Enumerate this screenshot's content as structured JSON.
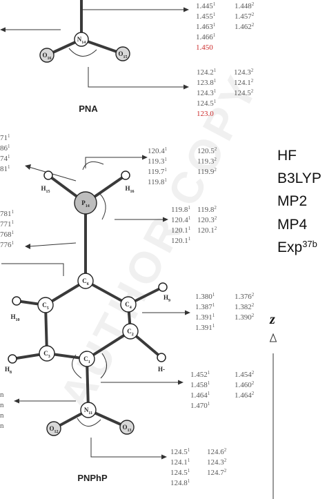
{
  "molecules": {
    "pna": {
      "title": "PNA"
    },
    "pnphp": {
      "title": "PNPhP"
    }
  },
  "atoms": [
    {
      "id": "N14",
      "el": "N",
      "sub": "14"
    },
    {
      "id": "O16",
      "el": "O",
      "sub": "16"
    },
    {
      "id": "O15",
      "el": "O",
      "sub": "15"
    },
    {
      "id": "H15",
      "el": "H",
      "sub": "15"
    },
    {
      "id": "H16",
      "el": "H",
      "sub": "16"
    },
    {
      "id": "P14",
      "el": "P",
      "sub": "14"
    },
    {
      "id": "C6",
      "el": "C",
      "sub": "6"
    },
    {
      "id": "C5",
      "el": "C",
      "sub": "5"
    },
    {
      "id": "C4",
      "el": "C",
      "sub": "4"
    },
    {
      "id": "C3",
      "el": "C",
      "sub": "3"
    },
    {
      "id": "C2",
      "el": "C",
      "sub": "2"
    },
    {
      "id": "C1",
      "el": "C",
      "sub": "1"
    },
    {
      "id": "N11",
      "el": "N",
      "sub": "11"
    },
    {
      "id": "O12",
      "el": "O",
      "sub": "12"
    },
    {
      "id": "O13",
      "el": "O",
      "sub": "13"
    },
    {
      "id": "H10",
      "el": "H",
      "sub": "10"
    },
    {
      "id": "H9",
      "el": "H",
      "sub": "9"
    },
    {
      "id": "H8",
      "el": "H",
      "sub": "8"
    },
    {
      "id": "H7",
      "el": "H-",
      "sub": ""
    }
  ],
  "value_groups": [
    {
      "id": "pna-bond",
      "rows": [
        [
          {
            "v": "1.445",
            "s": "1"
          },
          {
            "v": "1.448",
            "s": "2"
          }
        ],
        [
          {
            "v": "1.455",
            "s": "1"
          },
          {
            "v": "1.457",
            "s": "2"
          }
        ],
        [
          {
            "v": "1.463",
            "s": "1"
          },
          {
            "v": "1.462",
            "s": "2"
          }
        ],
        [
          {
            "v": "1.466",
            "s": "1"
          }
        ],
        [
          {
            "v": "1.450",
            "s": "",
            "red": true
          }
        ]
      ]
    },
    {
      "id": "pna-angle",
      "rows": [
        [
          {
            "v": "124.2",
            "s": "1"
          },
          {
            "v": "124.3",
            "s": "2"
          }
        ],
        [
          {
            "v": "123.8",
            "s": "1"
          },
          {
            "v": "124.1",
            "s": "2"
          }
        ],
        [
          {
            "v": "124.3",
            "s": "1"
          },
          {
            "v": "124.5",
            "s": "2"
          }
        ],
        [
          {
            "v": "124.5",
            "s": "1"
          }
        ],
        [
          {
            "v": "123.0",
            "s": "",
            "red": true
          }
        ]
      ]
    },
    {
      "id": "p-angle-top",
      "rows": [
        [
          {
            "v": "120.4",
            "s": "1"
          },
          {
            "v": "120.5",
            "s": "2"
          }
        ],
        [
          {
            "v": "119.3",
            "s": "1"
          },
          {
            "v": "119.3",
            "s": "2"
          }
        ],
        [
          {
            "v": "119.7",
            "s": "1"
          },
          {
            "v": "119.9",
            "s": "2"
          }
        ],
        [
          {
            "v": "119.8",
            "s": "1"
          }
        ]
      ]
    },
    {
      "id": "p-angle-bottom",
      "rows": [
        [
          {
            "v": "119.8",
            "s": "1"
          },
          {
            "v": "119.8",
            "s": "2"
          }
        ],
        [
          {
            "v": "120.4",
            "s": "1"
          },
          {
            "v": "120.3",
            "s": "2"
          }
        ],
        [
          {
            "v": "120.1",
            "s": "1"
          },
          {
            "v": "120.1",
            "s": "2"
          }
        ],
        [
          {
            "v": "120.1",
            "s": "1"
          }
        ]
      ]
    },
    {
      "id": "ring-bond",
      "rows": [
        [
          {
            "v": "1.380",
            "s": "1"
          },
          {
            "v": "1.376",
            "s": "2"
          }
        ],
        [
          {
            "v": "1.387",
            "s": "1"
          },
          {
            "v": "1.382",
            "s": "2"
          }
        ],
        [
          {
            "v": "1.391",
            "s": "1"
          },
          {
            "v": "1.390",
            "s": "2"
          }
        ],
        [
          {
            "v": "1.391",
            "s": "1"
          }
        ]
      ]
    },
    {
      "id": "cn-bond",
      "rows": [
        [
          {
            "v": "1.452",
            "s": "1"
          },
          {
            "v": "1.454",
            "s": "2"
          }
        ],
        [
          {
            "v": "1.458",
            "s": "1"
          },
          {
            "v": "1.460",
            "s": "2"
          }
        ],
        [
          {
            "v": "1.464",
            "s": "1"
          },
          {
            "v": "1.464",
            "s": "2"
          }
        ],
        [
          {
            "v": "1.470",
            "s": "1"
          }
        ]
      ]
    },
    {
      "id": "no2-angle",
      "rows": [
        [
          {
            "v": "124.5",
            "s": "1"
          },
          {
            "v": "124.6",
            "s": "2"
          }
        ],
        [
          {
            "v": "124.1",
            "s": "1"
          },
          {
            "v": "124.3",
            "s": "2"
          }
        ],
        [
          {
            "v": "124.5",
            "s": "1"
          },
          {
            "v": "124.7",
            "s": "2"
          }
        ],
        [
          {
            "v": "124.8",
            "s": "1"
          }
        ]
      ]
    },
    {
      "id": "left-top",
      "rows": [
        [
          {
            "v": "71",
            "s": "1"
          }
        ],
        [
          {
            "v": "86",
            "s": "1"
          }
        ],
        [
          {
            "v": "74",
            "s": "1"
          }
        ],
        [
          {
            "v": "81",
            "s": "1"
          }
        ]
      ]
    },
    {
      "id": "left-mid",
      "rows": [
        [
          {
            "v": "781",
            "s": "1"
          }
        ],
        [
          {
            "v": "771",
            "s": "1"
          }
        ],
        [
          {
            "v": "768",
            "s": "1"
          }
        ],
        [
          {
            "v": "776",
            "s": "1"
          }
        ]
      ]
    }
  ],
  "legend": [
    "HF",
    "B3LYP",
    "MP2",
    "MP4",
    "Exp"
  ],
  "legend_exp_sup": "37b",
  "axis_label": "z",
  "watermark": "AUTHOR COPY"
}
